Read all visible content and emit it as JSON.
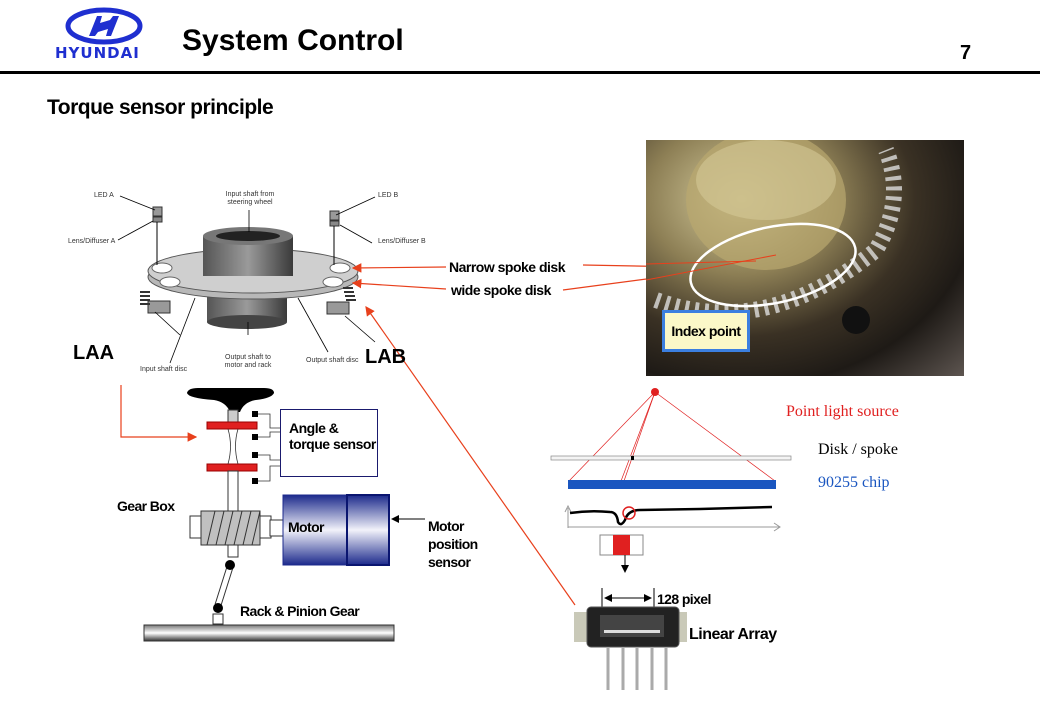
{
  "header": {
    "brand": "HYUNDAI",
    "title": "System Control",
    "page_number": "7"
  },
  "section_title": "Torque sensor principle",
  "disk_diagram": {
    "labels": {
      "led_a": "LED A",
      "led_b": "LED B",
      "lens_a": "Lens/Diffuser A",
      "lens_b": "Lens/Diffuser B",
      "input_shaft": "Input shaft from steering wheel",
      "input_disc": "Input shaft disc",
      "output_shaft": "Output shaft to motor and rack",
      "output_disc": "Output shaft disc",
      "laa": "LAA",
      "lab": "LAB"
    }
  },
  "callouts": {
    "narrow": "Narrow spoke disk",
    "wide": "wide spoke disk",
    "index_point": "Index point"
  },
  "steering_diagram": {
    "sensor_box": "Angle & torque sensor",
    "gear_box": "Gear Box",
    "motor": "Motor",
    "motor_sensor": "Motor position sensor",
    "rack": "Rack & Pinion Gear"
  },
  "optics_diagram": {
    "point_light": "Point light source",
    "disk_spoke": "Disk / spoke",
    "chip": "90255 chip",
    "pixel": "128 pixel",
    "linear_array": "Linear Array"
  },
  "colors": {
    "brand_blue": "#1f2fd0",
    "accent_red": "#e8401c",
    "chip_blue": "#1a56c0",
    "light_red": "#e02020"
  }
}
